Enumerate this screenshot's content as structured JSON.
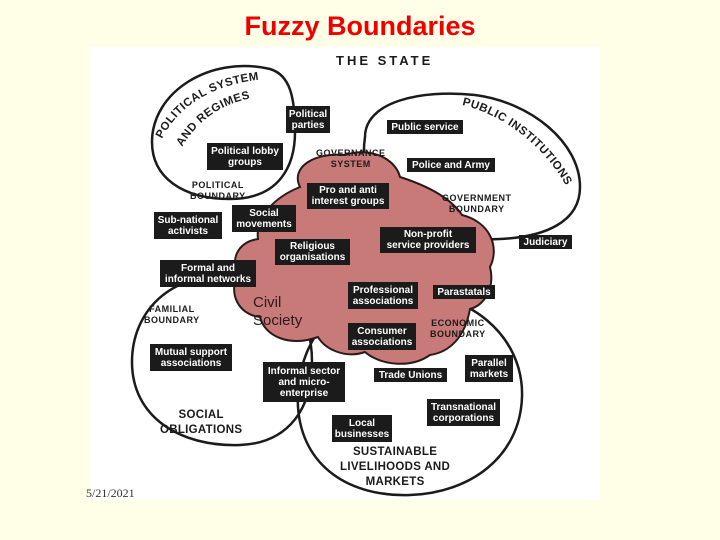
{
  "slide": {
    "title": "Fuzzy Boundaries",
    "date": "5/21/2021"
  },
  "diagram": {
    "state_heading": "THE STATE",
    "political_system": "POLITICAL SYSTEM",
    "and_regimes": "AND REGIMES",
    "public_institutions": "PUBLIC INSTITUTIONS",
    "governance_system": "GOVERNANCE\nSYSTEM",
    "political_boundary": "POLITICAL\nBOUNDARY",
    "government_boundary": "GOVERNMENT\nBOUNDARY",
    "familial_boundary": "FAMILIAL\nBOUNDARY",
    "economic_boundary": "ECONOMIC\nBOUNDARY",
    "social_obligations": "SOCIAL\nOBLIGATIONS",
    "sustainable_livelihoods": "SUSTAINABLE\nLIVELIHOODS AND\nMARKETS",
    "civil_society": "Civil\nSociety",
    "boxes": {
      "political_parties": "Political\nparties",
      "public_service": "Public service",
      "political_lobby": "Political lobby\ngroups",
      "police_army": "Police and Army",
      "pro_anti": "Pro and anti\ninterest groups",
      "subnational": "Sub-national\nactivists",
      "social_movements": "Social\nmovements",
      "judiciary": "Judiciary",
      "religious": "Religious\norganisations",
      "nonprofit": "Non-profit\nservice providers",
      "formal_informal": "Formal and\ninformal networks",
      "professional": "Professional\nassociations",
      "parastatals": "Parastatals",
      "consumer": "Consumer\nassociations",
      "mutual_support": "Mutual support\nassociations",
      "informal_sector": "Informal sector\nand micro-\nenterprise",
      "trade_unions": "Trade Unions",
      "parallel_markets": "Parallel\nmarkets",
      "transnational": "Transnational\ncorporations",
      "local_businesses": "Local\nbusinesses"
    }
  }
}
